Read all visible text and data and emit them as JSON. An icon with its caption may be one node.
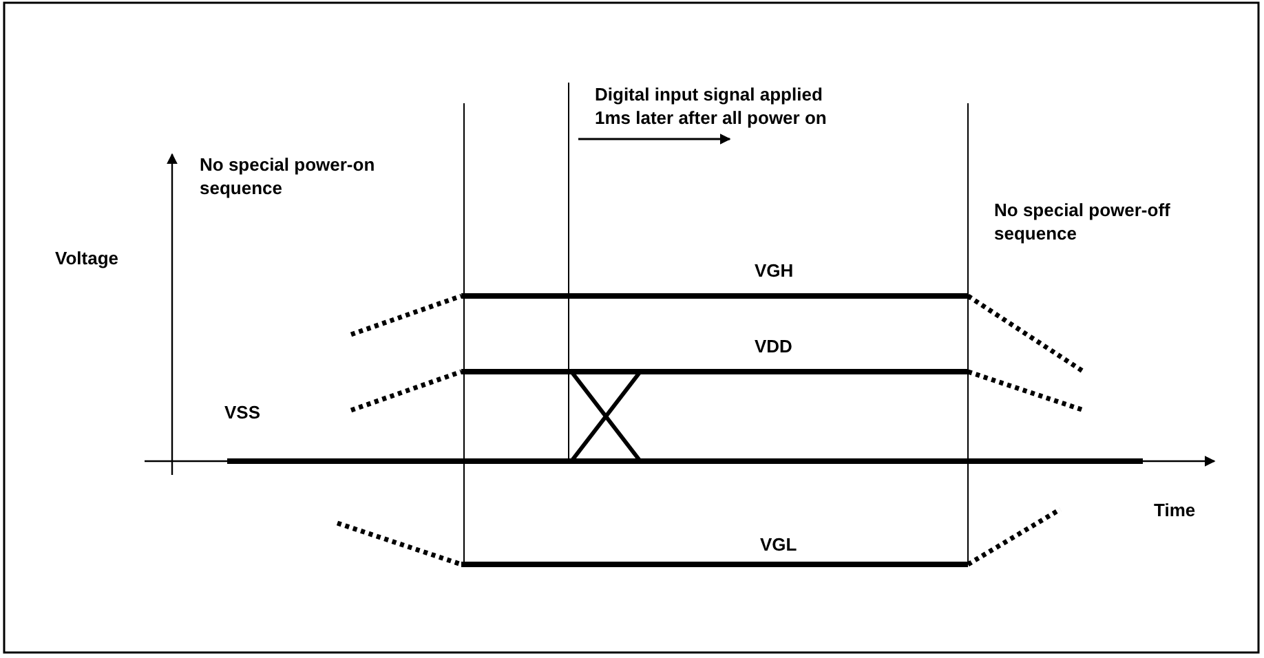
{
  "diagram": {
    "labels": [
      "Digital input signal applied 1ms later after all power on",
      "No special power-on sequence",
      "Voltage",
      "VGH",
      "No special power-off sequence",
      "VDD",
      "VSS",
      "Time",
      "VGL"
    ]
  }
}
